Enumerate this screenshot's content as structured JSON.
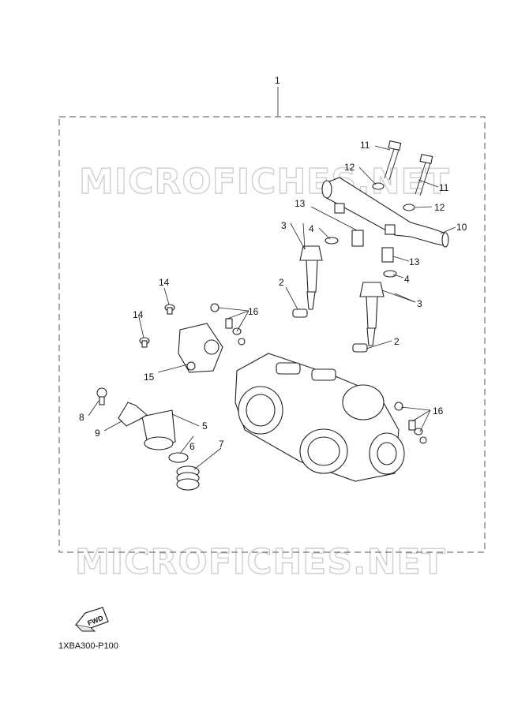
{
  "assembly_number": "1",
  "callouts": {
    "c2a": "2",
    "c2b": "2",
    "c3a": "3",
    "c3b": "3",
    "c4a": "4",
    "c4b": "4",
    "c5": "5",
    "c6": "6",
    "c7": "7",
    "c8": "8",
    "c9": "9",
    "c10": "10",
    "c11a": "11",
    "c11b": "11",
    "c12a": "12",
    "c12b": "12",
    "c13a": "13",
    "c13b": "13",
    "c14a": "14",
    "c14b": "14",
    "c15": "15",
    "c16a": "16",
    "c16b": "16"
  },
  "watermark": "MICROFICHES.NET",
  "fwd_label": "FWD",
  "diagram_code": "1XBA300-P100"
}
